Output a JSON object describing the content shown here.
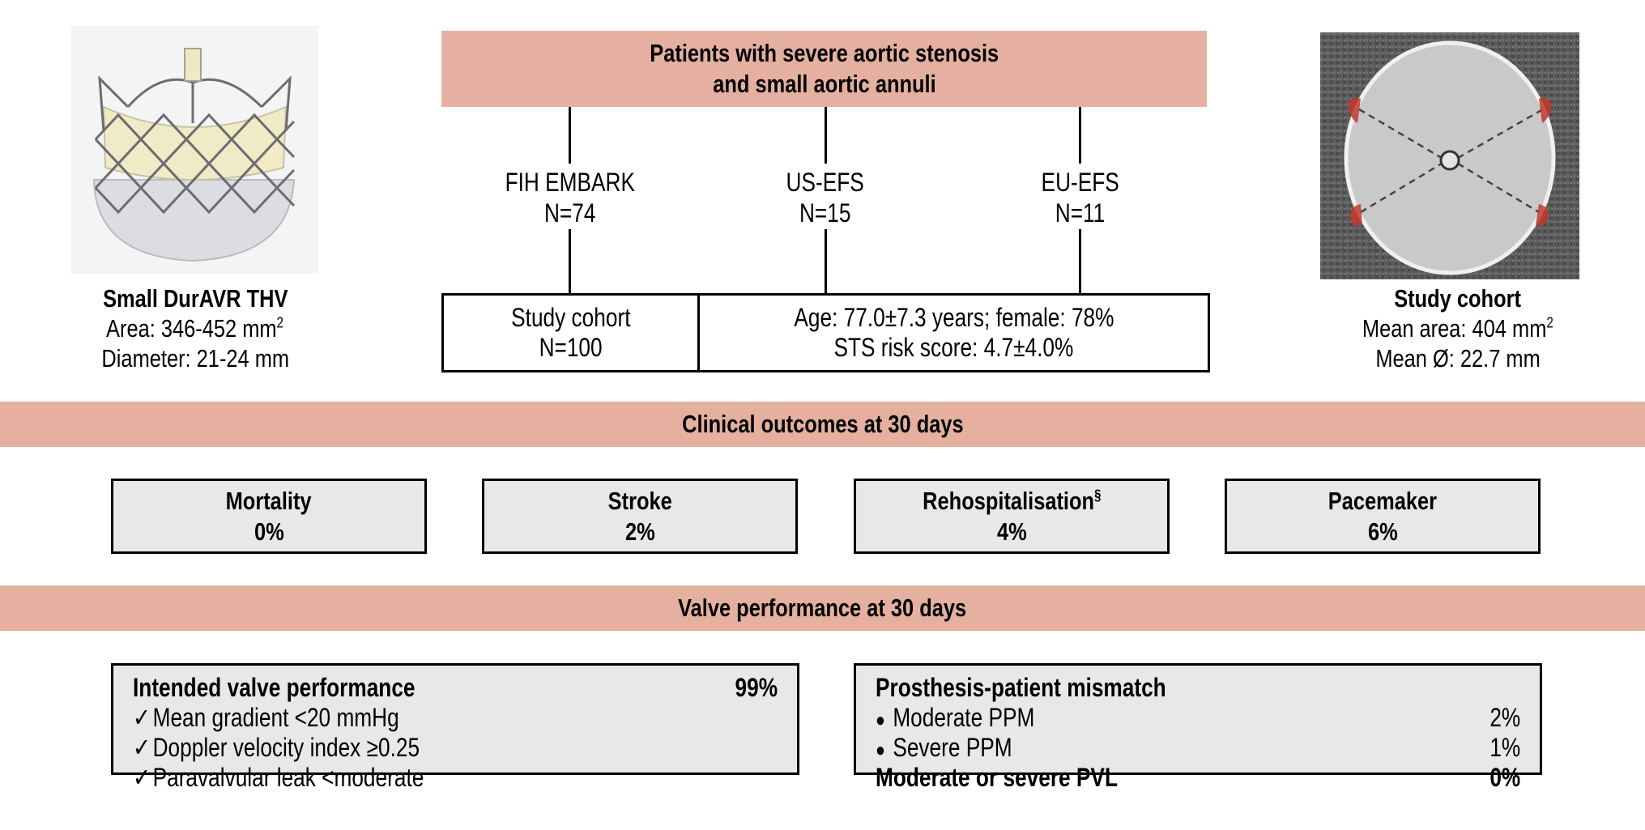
{
  "header": {
    "line1": "Patients with severe aortic stenosis",
    "line2": "and small aortic annuli"
  },
  "branches": [
    {
      "name": "FIH EMBARK",
      "n": "N=74"
    },
    {
      "name": "US-EFS",
      "n": "N=15"
    },
    {
      "name": "EU-EFS",
      "n": "N=11"
    }
  ],
  "cohort": {
    "left_line1": "Study cohort",
    "left_line2": "N=100",
    "right_line1": "Age: 77.0±7.3 years; female: 78%",
    "right_line2": "STS risk score: 4.7±4.0%"
  },
  "valve": {
    "title": "Small DurAVR THV",
    "area_prefix": "Area:  346-452 mm",
    "area_sup": "2",
    "diameter": "Diameter: 21-24 mm"
  },
  "study": {
    "title": "Study cohort",
    "area_prefix": "Mean area: 404 mm",
    "area_sup": "2",
    "diameter": "Mean Ø: 22.7 mm"
  },
  "clinical_band": "Clinical outcomes at 30 days",
  "outcomes": [
    {
      "label": "Mortality",
      "sup": "",
      "value": "0%"
    },
    {
      "label": "Stroke",
      "sup": "",
      "value": "2%"
    },
    {
      "label": "Rehospitalisation",
      "sup": "§",
      "value": "4%"
    },
    {
      "label": "Pacemaker",
      "sup": "",
      "value": "6%"
    }
  ],
  "valve_band": "Valve performance at 30 days",
  "intended": {
    "title": "Intended valve performance",
    "value": "99%",
    "check": "✓",
    "items": [
      "Mean gradient <20 mmHg",
      "Doppler velocity index ≥0.25",
      "Paravalvular leak <moderate"
    ]
  },
  "ppm": {
    "title": "Prosthesis-patient mismatch",
    "bullet": "●",
    "items": [
      {
        "label": "Moderate PPM",
        "value": "2%"
      },
      {
        "label": "Severe PPM",
        "value": "1%"
      }
    ],
    "pvl_label": "Moderate or severe PVL",
    "pvl_value": "0%"
  },
  "colors": {
    "accent": "#e5b0a0",
    "box_fill": "#e8e8e8"
  },
  "icons": [
    "valve-image",
    "ct-scan-image",
    "checkmark-icon",
    "bullet-icon"
  ]
}
